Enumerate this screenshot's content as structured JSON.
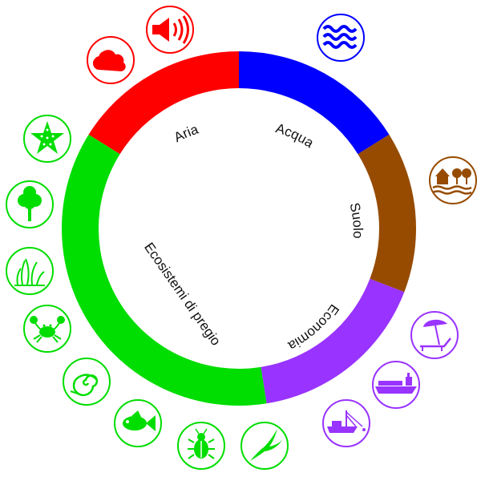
{
  "segments": [
    {
      "id": "aria",
      "label": "Aria",
      "color": "#ff0000",
      "start": -58,
      "end": 0
    },
    {
      "id": "acqua",
      "label": "Acqua",
      "color": "#0000ff",
      "start": 0,
      "end": 58
    },
    {
      "id": "suolo",
      "label": "Suolo",
      "color": "#964b00",
      "start": 58,
      "end": 111
    },
    {
      "id": "economia",
      "label": "Economia",
      "color": "#9933ff",
      "start": 111,
      "end": 171
    },
    {
      "id": "ecosistemi",
      "label": "Ecosistemi di pregio",
      "color": "#00dd00",
      "start": 171,
      "end": 302
    }
  ],
  "icons": [
    {
      "name": "speaker-icon",
      "segment": "aria"
    },
    {
      "name": "cloud-icon",
      "segment": "aria"
    },
    {
      "name": "water-waves-icon",
      "segment": "acqua"
    },
    {
      "name": "house-trees-icon",
      "segment": "suolo"
    },
    {
      "name": "beach-umbrella-icon",
      "segment": "economia"
    },
    {
      "name": "cargo-ship-icon",
      "segment": "economia"
    },
    {
      "name": "fishing-boat-icon",
      "segment": "economia"
    },
    {
      "name": "starfish-icon",
      "segment": "ecosistemi"
    },
    {
      "name": "tree-icon",
      "segment": "ecosistemi"
    },
    {
      "name": "seagrass-icon",
      "segment": "ecosistemi"
    },
    {
      "name": "crab-icon",
      "segment": "ecosistemi"
    },
    {
      "name": "shell-icon",
      "segment": "ecosistemi"
    },
    {
      "name": "fish-icon",
      "segment": "ecosistemi"
    },
    {
      "name": "beetle-icon",
      "segment": "ecosistemi"
    },
    {
      "name": "swallow-icon",
      "segment": "ecosistemi"
    }
  ]
}
